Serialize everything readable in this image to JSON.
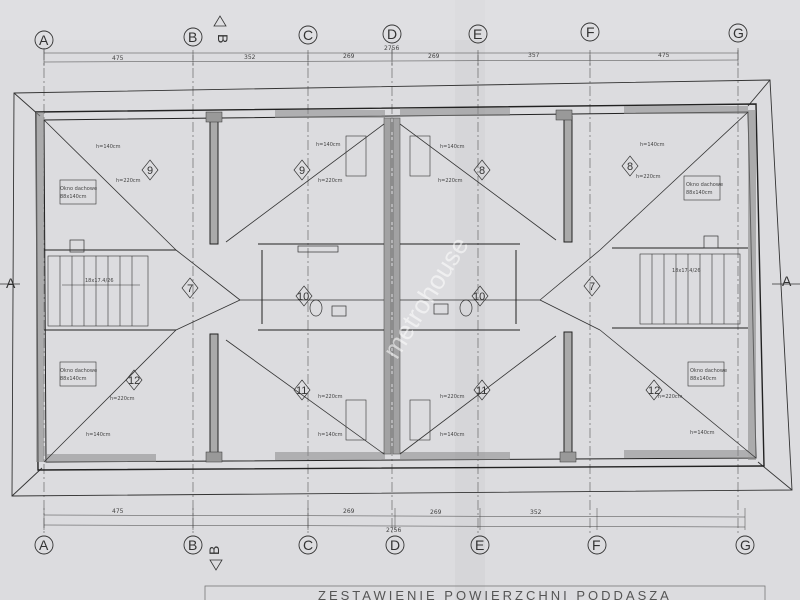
{
  "grid_axes": {
    "top": [
      "A",
      "B",
      "C",
      "D",
      "E",
      "F",
      "G"
    ],
    "bottom": [
      "A",
      "B",
      "C",
      "D",
      "E",
      "F",
      "G"
    ]
  },
  "section_marks": {
    "top_B": "B",
    "bottom_B": "B",
    "left_A": "A",
    "right_A": "A"
  },
  "dimensions": {
    "top_total": "2756",
    "top_segments": [
      "475",
      "352",
      "269",
      "269",
      "357",
      "475"
    ],
    "bottom_total": "2756",
    "bottom_segments": [
      "475",
      "",
      "269",
      "269",
      "352",
      ""
    ]
  },
  "rooms": [
    {
      "num": "7"
    },
    {
      "num": "7"
    },
    {
      "num": "8"
    },
    {
      "num": "8"
    },
    {
      "num": "9"
    },
    {
      "num": "9"
    },
    {
      "num": "10"
    },
    {
      "num": "10"
    },
    {
      "num": "11"
    },
    {
      "num": "11"
    },
    {
      "num": "12"
    },
    {
      "num": "12"
    }
  ],
  "notes": {
    "h140": "h=140cm",
    "h220": "h=220cm",
    "window": "Okno dachowe",
    "window_size": "88x140cm",
    "stairs": "18x17.4/26"
  },
  "watermark": "metrohouse",
  "title": "ZESTAWIENIE POWIERZCHNI PODDASZA",
  "colors": {
    "paper": "#dcdcdf",
    "line": "#3a3a3a",
    "wall_fill": "#8a8a8a",
    "watermark": "#ffffff"
  }
}
